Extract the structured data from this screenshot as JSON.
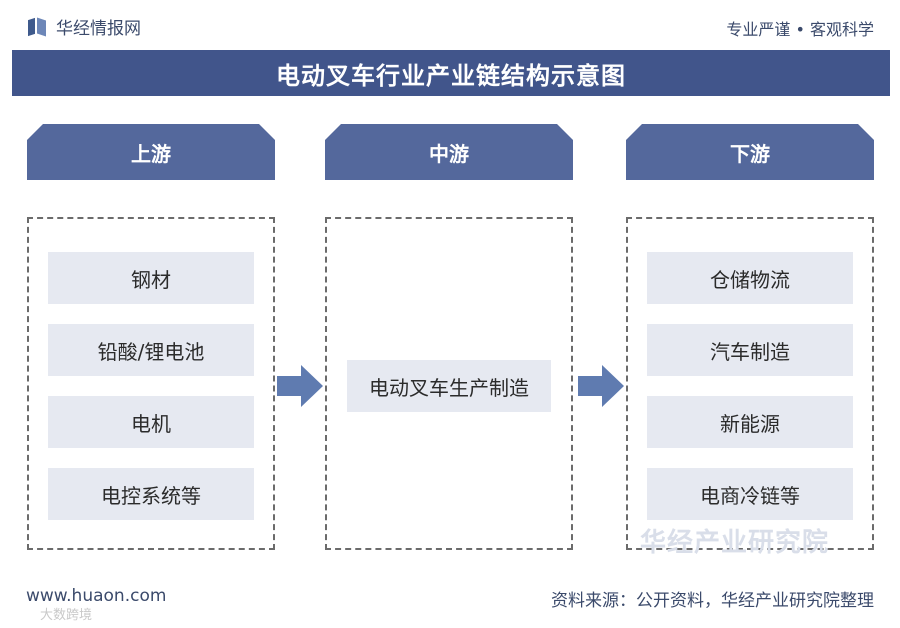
{
  "header": {
    "brand": "华经情报网",
    "slogan": "专业严谨 • 客观科学",
    "title": "电动叉车行业产业链结构示意图"
  },
  "stages": [
    {
      "label": "上游",
      "items": [
        "钢材",
        "铅酸/锂电池",
        "电机",
        "电控系统等"
      ]
    },
    {
      "label": "中游",
      "items": [
        "电动叉车生产制造"
      ]
    },
    {
      "label": "下游",
      "items": [
        "仓储物流",
        "汽车制造",
        "新能源",
        "电商冷链等"
      ]
    }
  ],
  "watermark": "华经产业研究院",
  "footer": {
    "site": "www.huaon.com",
    "source": "资料来源：公开资料，华经产业研究院整理",
    "mark": "大数跨境"
  },
  "colors": {
    "title_bar": "#41558b",
    "stage_head": "#54689c",
    "item_bg": "#e6e9f1",
    "arrow": "#5f7bb0"
  }
}
